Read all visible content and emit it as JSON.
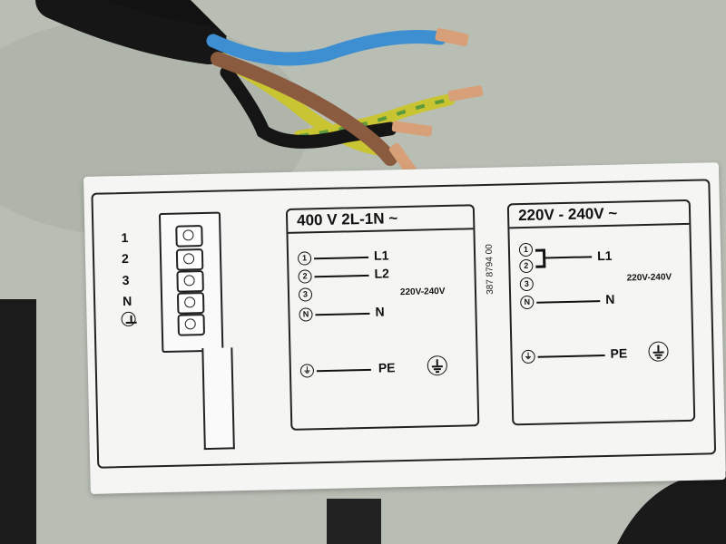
{
  "colors": {
    "background": "#b8bdb4",
    "label": "#f5f6f3",
    "ink": "#111111",
    "wire_blue": "#3d8fd1",
    "wire_brown": "#8a5b3e",
    "wire_black": "#151515",
    "wire_yellow": "#c8c432",
    "wire_green": "#5c9a3a",
    "copper": "#d8a078"
  },
  "label": {
    "left_terminals": [
      "1",
      "2",
      "3",
      "N"
    ],
    "panel_400": {
      "title": "400 V  2L-1N ~",
      "terminals": [
        {
          "num": "1",
          "label": "L1"
        },
        {
          "num": "2",
          "label": "L2"
        },
        {
          "num": "3",
          "label": ""
        },
        {
          "num": "N",
          "label": "N"
        }
      ],
      "voltage_note": "220V-240V",
      "pe_label": "PE"
    },
    "panel_220": {
      "title": "220V - 240V ~",
      "terminals": [
        {
          "num": "1",
          "label": "L1"
        },
        {
          "num": "2",
          "label": ""
        },
        {
          "num": "3",
          "label": ""
        },
        {
          "num": "N",
          "label": "N"
        }
      ],
      "voltage_note": "220V-240V",
      "pe_label": "PE"
    },
    "part_number": "387 8794 00"
  }
}
